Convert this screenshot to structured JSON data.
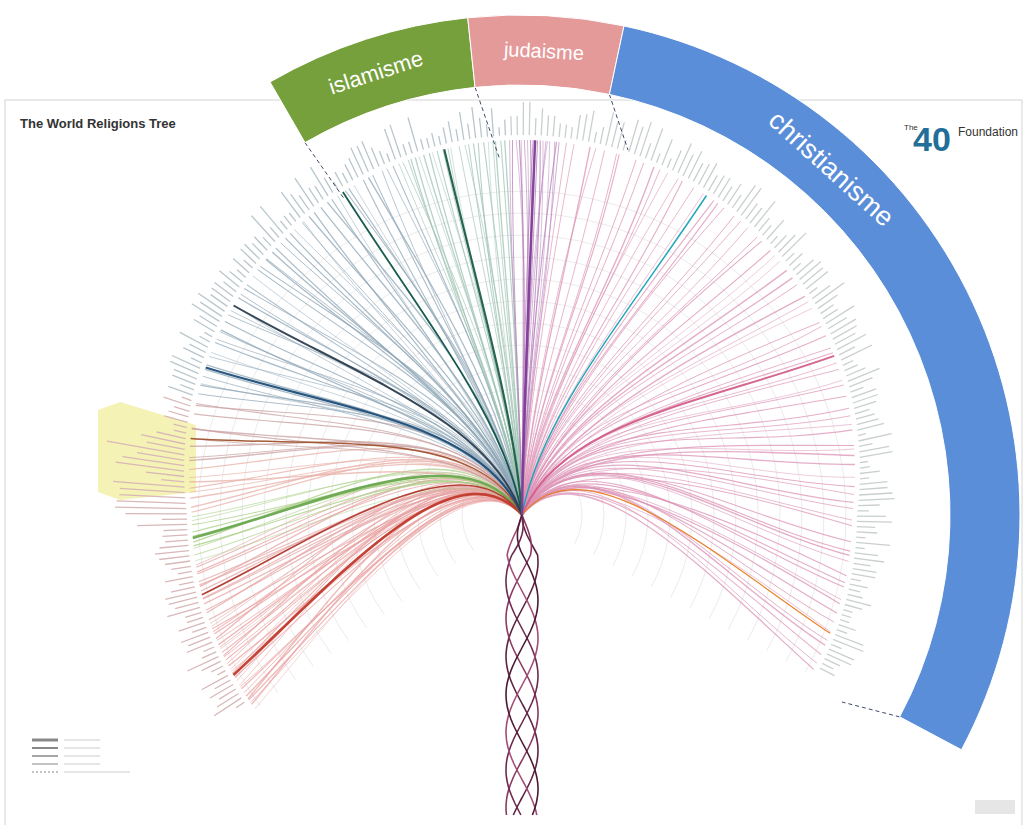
{
  "diagram": {
    "title": "The World Religions Tree",
    "nodes": [
      {
        "text": [
          "islamisme"
        ]
      },
      {
        "text": [
          "judaisme"
        ]
      },
      {
        "text": [
          "christianisme"
        ]
      }
    ],
    "labels": [
      "The",
      "40",
      "Foundation"
    ]
  }
}
